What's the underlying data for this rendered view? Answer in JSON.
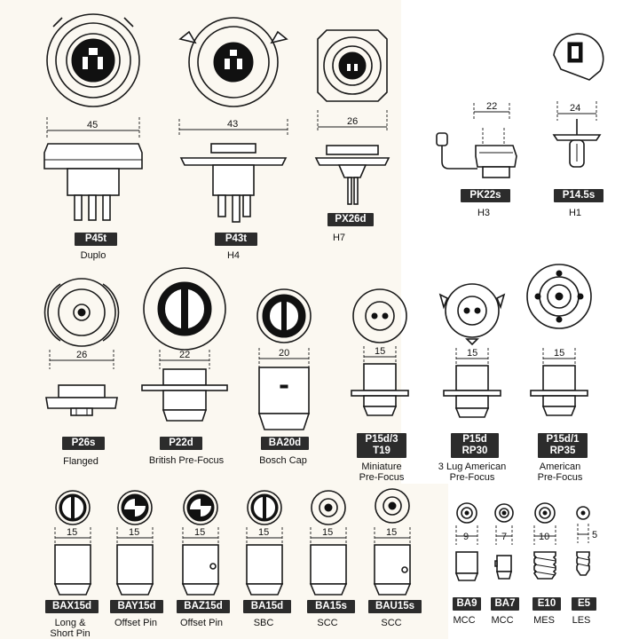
{
  "bulbs": {
    "p45t": {
      "code": "P45t",
      "desc": "Duplo",
      "dim": "45"
    },
    "p43t": {
      "code": "P43t",
      "desc": "H4",
      "dim": "43"
    },
    "px26d": {
      "code": "PX26d",
      "desc": "H7",
      "dim": "26"
    },
    "pk22s": {
      "code": "PK22s",
      "desc": "H3",
      "dim": "22"
    },
    "p145s": {
      "code": "P14.5s",
      "desc": "H1",
      "dim": "24"
    },
    "p26s": {
      "code": "P26s",
      "desc": "Flanged",
      "dim": "26"
    },
    "p22d": {
      "code": "P22d",
      "desc": "British Pre-Focus",
      "dim": "22"
    },
    "ba20d": {
      "code": "BA20d",
      "desc": "Bosch Cap",
      "dim": "20"
    },
    "p15d3": {
      "code": "P15d/3",
      "code2": "T19",
      "desc": "Miniature",
      "desc2": "Pre-Focus",
      "dim": "15"
    },
    "p15d": {
      "code": "P15d",
      "code2": "RP30",
      "desc": "3 Lug American",
      "desc2": "Pre-Focus",
      "dim": "15"
    },
    "p15d1": {
      "code": "P15d/1",
      "code2": "RP35",
      "desc": "American",
      "desc2": "Pre-Focus",
      "dim": "15"
    },
    "bax15d": {
      "code": "BAX15d",
      "desc": "Long &",
      "desc2": "Short Pin",
      "dim": "15"
    },
    "bay15d": {
      "code": "BAY15d",
      "desc": "Offset Pin",
      "dim": "15"
    },
    "baz15d": {
      "code": "BAZ15d",
      "desc": "Offset Pin",
      "dim": "15"
    },
    "ba15d": {
      "code": "BA15d",
      "desc": "SBC",
      "dim": "15"
    },
    "ba15s": {
      "code": "BA15s",
      "desc": "SCC",
      "dim": "15"
    },
    "bau15s": {
      "code": "BAU15s",
      "desc": "SCC",
      "dim": "15"
    },
    "ba9": {
      "code": "BA9",
      "desc": "MCC",
      "dim": "9"
    },
    "ba7": {
      "code": "BA7",
      "desc": "MCC",
      "dim": "7"
    },
    "e10": {
      "code": "E10",
      "desc": "MES",
      "dim": "10"
    },
    "e5": {
      "code": "E5",
      "desc": "LES",
      "dim": "5"
    }
  }
}
